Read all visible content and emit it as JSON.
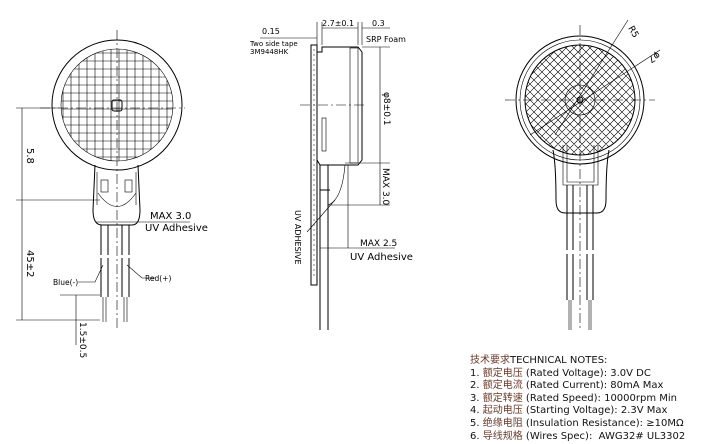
{
  "front_view": {
    "dim_height": "5.8",
    "dim_wire_length": "45±2",
    "dim_strip": "1.5±0.5",
    "max_label": "MAX 3.0",
    "adhesive_label": "UV Adhesive",
    "wire_blue": "Blue(-)",
    "wire_red": "Red(+)"
  },
  "side_view": {
    "tape_thickness": "0.15",
    "tape_label_line1": "Two side tape",
    "tape_label_line2": "3M9448HK",
    "body_thickness": "2.7±0.1",
    "foam_thickness": "0.3",
    "foam_label": "SRP Foam",
    "diameter": "φ8±0.1",
    "max_height": "MAX 3.0",
    "adhesive_vertical": "UV ADHESIVE",
    "max_width": "MAX 2.5",
    "adhesive_label": "UV Adhesive"
  },
  "back_view": {
    "dim_radius": "R5",
    "dim_diameter": "φ7"
  },
  "notes": {
    "title_cn": "技术要求",
    "title": "TECHNICAL NOTES:",
    "items": [
      {
        "num": "1.",
        "cn": "额定电压",
        "en": "(Rated Voltage): 3.0V DC"
      },
      {
        "num": "2.",
        "cn": "额定电流",
        "en": "(Rated Current): 80mA Max"
      },
      {
        "num": "3.",
        "cn": "额定转速",
        "en": "(Rated Speed): 10000rpm Min"
      },
      {
        "num": "4.",
        "cn": "起动电压",
        "en": "(Starting Voltage): 2.3V Max"
      },
      {
        "num": "5.",
        "cn": "绝缘电阻",
        "en": "(Insulation Resistance): ≥10MΩ"
      },
      {
        "num": "6.",
        "cn": "导线规格",
        "en": "(Wires Spec):  AWG32# UL3302"
      }
    ]
  }
}
